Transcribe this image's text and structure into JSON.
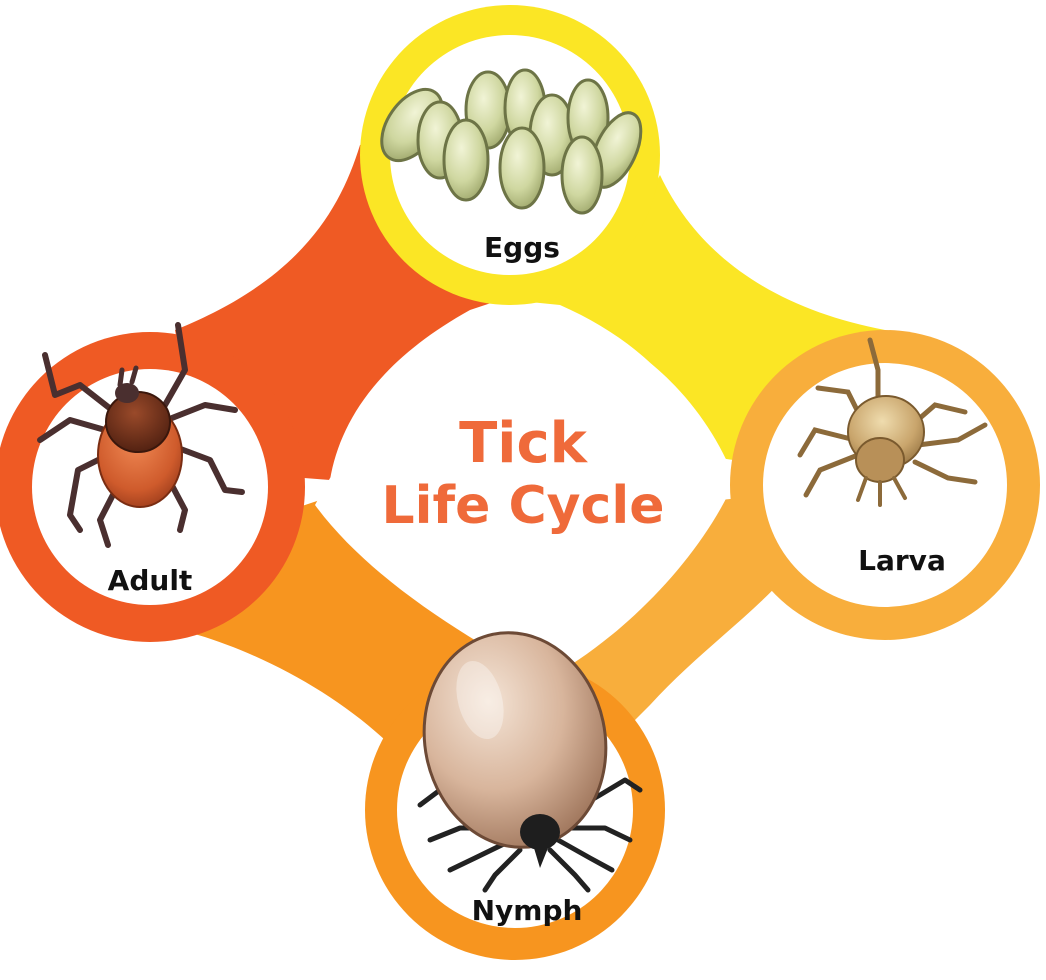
{
  "title": {
    "line1": "Tick",
    "line2": "Life Cycle"
  },
  "stages": {
    "eggs": "Eggs",
    "larva": "Larva",
    "nymph": "Nymph",
    "adult": "Adult"
  },
  "colors": {
    "title": "#ef6a3a",
    "eggs_ring": "#fbe625",
    "larva_ring": "#f8ae3c",
    "nymph_ring": "#f7951f",
    "adult_ring": "#ef5a24",
    "label": "#111111"
  },
  "icons": {
    "eggs": "eggs-cluster-icon",
    "larva": "larva-tick-icon",
    "nymph": "nymph-tick-icon",
    "adult": "adult-tick-icon"
  }
}
